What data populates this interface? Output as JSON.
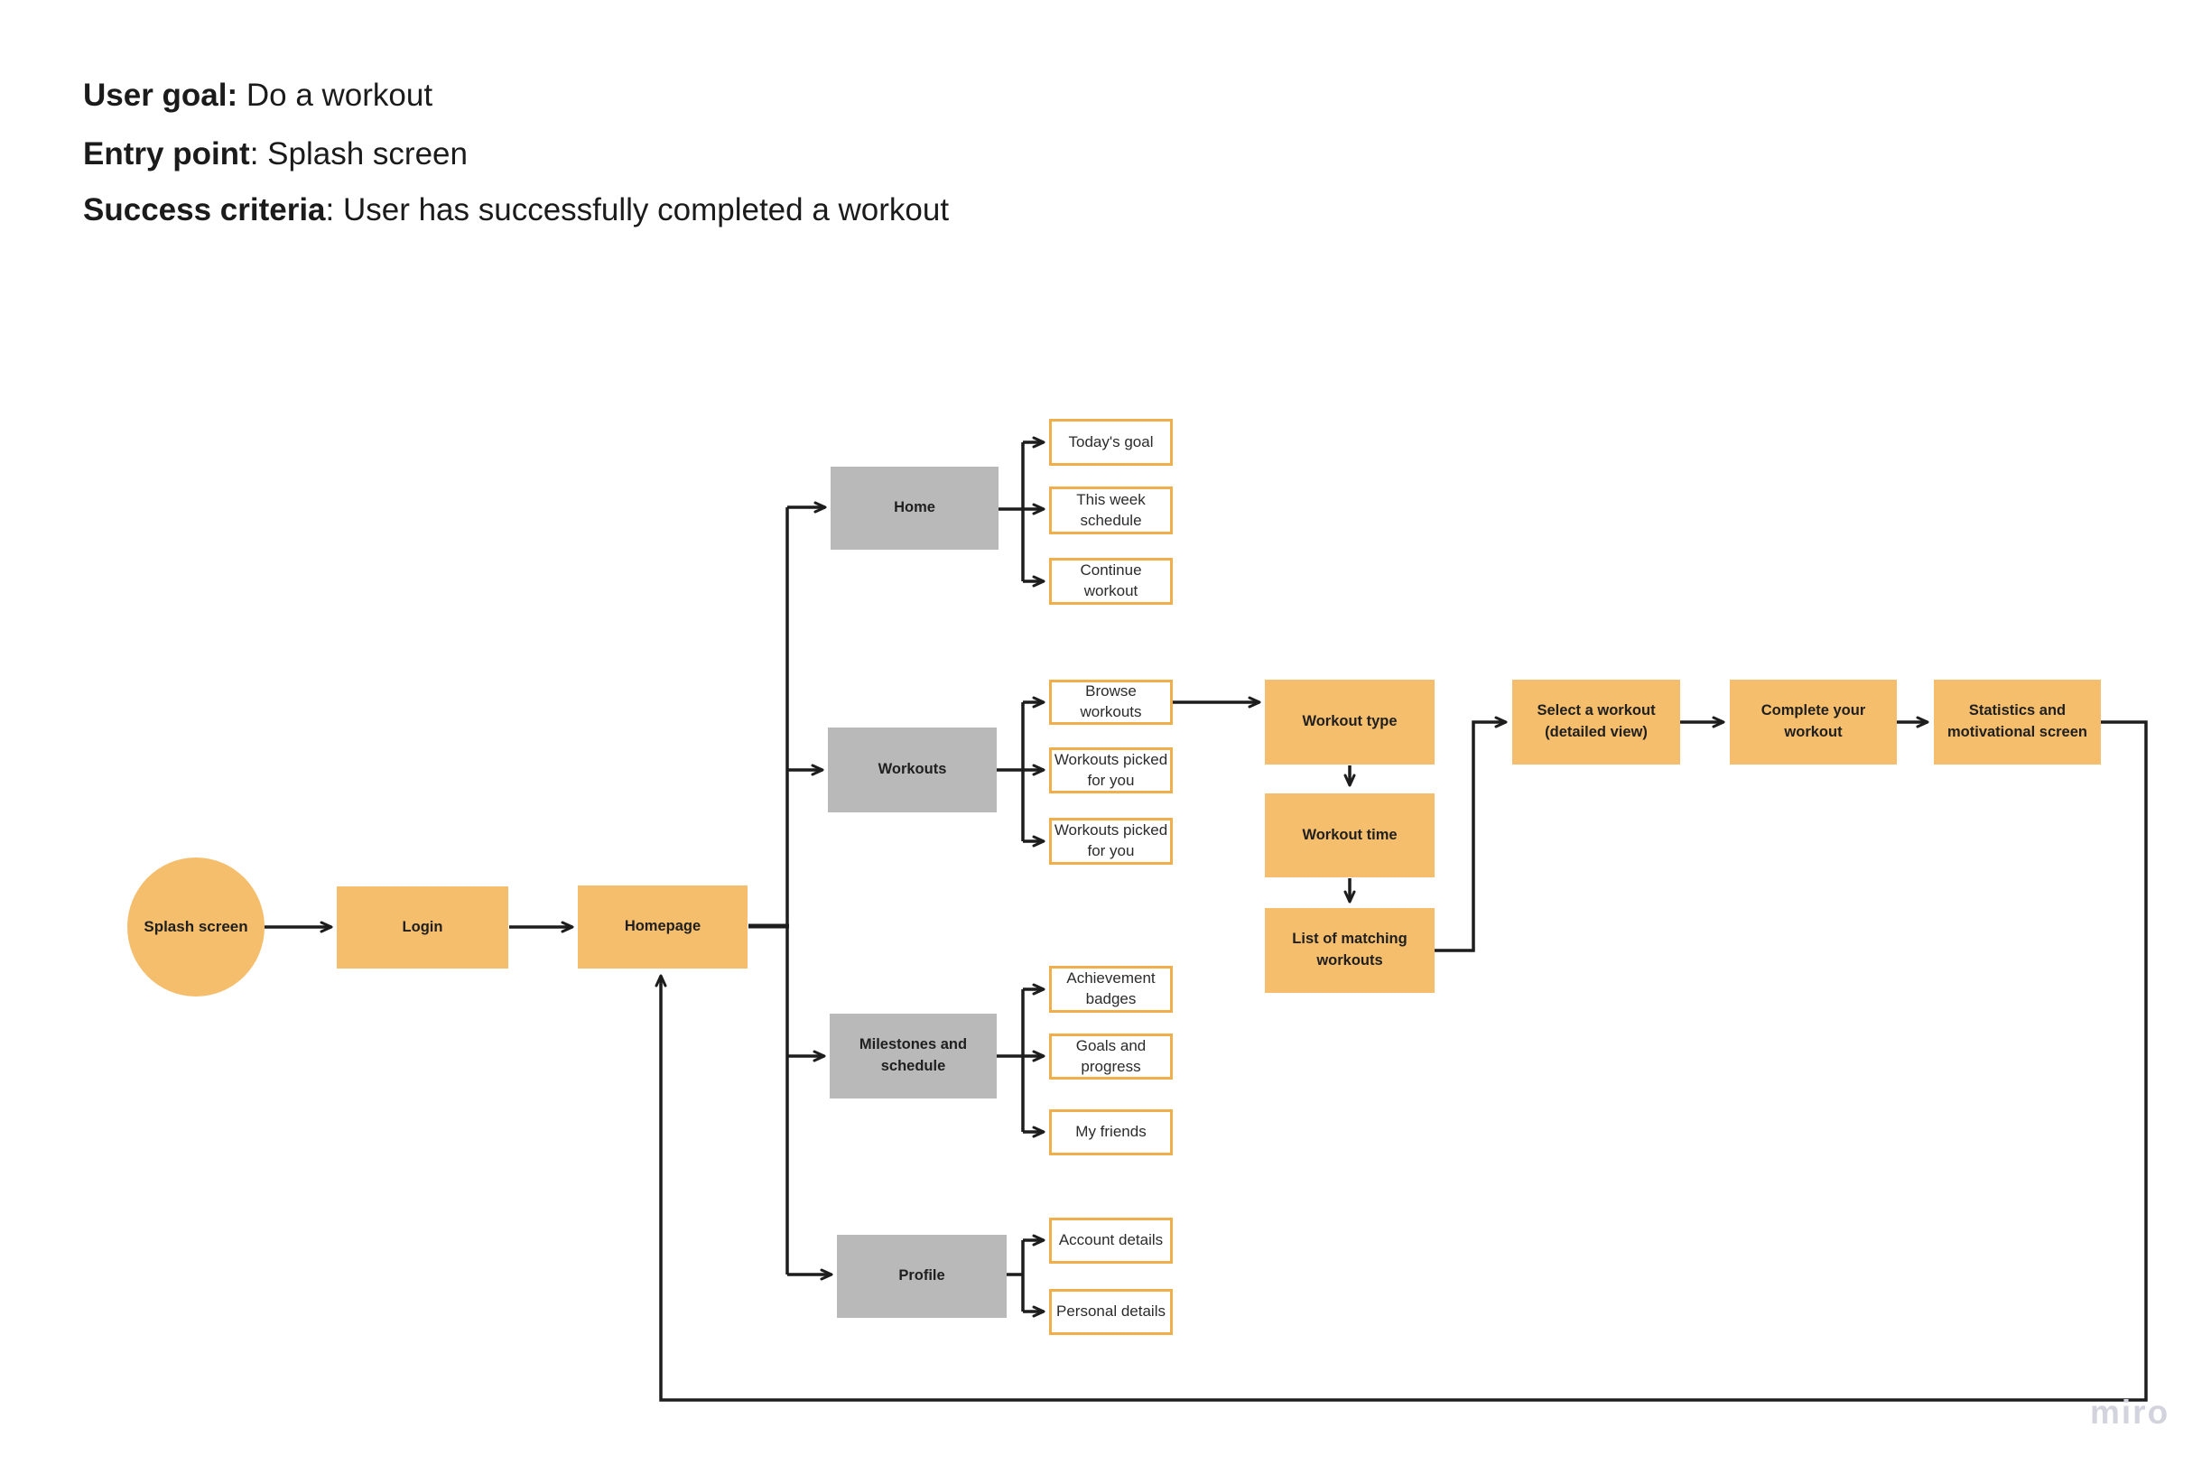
{
  "header": {
    "lines": [
      {
        "label": "User goal:",
        "rest": " Do a workout"
      },
      {
        "label": "Entry point",
        "rest": ": Splash screen"
      },
      {
        "label": "Success criteria",
        "rest": ": User has successfully completed a workout"
      }
    ]
  },
  "nodes": {
    "splash": "Splash screen",
    "login": "Login",
    "homepage": "Homepage",
    "home": "Home",
    "workouts": "Workouts",
    "milestones": "Milestones and schedule",
    "profile": "Profile",
    "todays_goal": "Today's goal",
    "this_week": "This week schedule",
    "continue_w": "Continue workout",
    "browse": "Browse workouts",
    "picked1": "Workouts picked for you",
    "picked2": "Workouts picked for you",
    "achievement": "Achievement badges",
    "goals": "Goals and progress",
    "friends": "My friends",
    "account": "Account details",
    "personal": "Personal details",
    "workout_type": "Workout type",
    "workout_time": "Workout time",
    "list_matching": "List of matching workouts",
    "select_workout": "Select a workout (detailed view)",
    "complete": "Complete your workout",
    "statistics": "Statistics and motivational screen"
  },
  "colors": {
    "shape_orange": "#F5BE6C",
    "leaf_border_orange": "#F0AE4D",
    "shape_gray": "#B9B9B9",
    "connector_black": "#1d1d1d",
    "text_dark": "#1f1f1f",
    "watermark_gray": "#d3d3de"
  },
  "watermark": "miro"
}
